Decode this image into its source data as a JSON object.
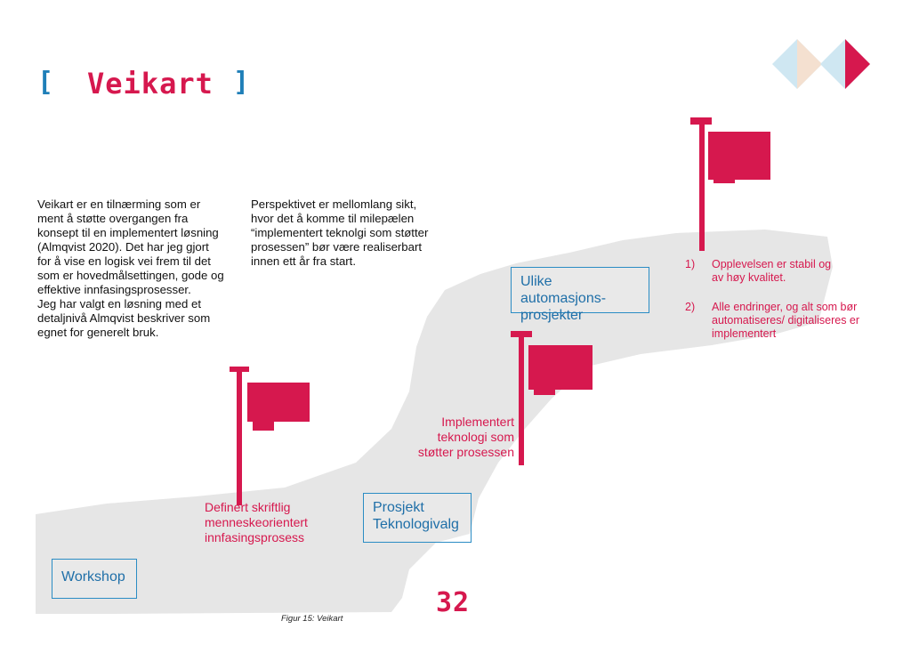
{
  "header": {
    "bracket_open": "[",
    "title": "Veikart",
    "bracket_close": "]"
  },
  "intro": {
    "col1": [
      "Veikart er en tilnærming som er",
      "ment å støtte overgangen fra",
      "konsept til en implementert løsning",
      "(Almqvist 2020). Det har jeg gjort",
      "for å vise en logisk vei frem til det",
      "som er hovedmålsettingen, gode og",
      "effektive innfasingsprosesser.",
      "Jeg har valgt en løsning med et",
      "detaljnivå Almqvist beskriver som",
      "egnet for generelt bruk."
    ],
    "col2": [
      "Perspektivet er mellomlang sikt,",
      "hvor det å komme til milepælen",
      "“implementert teknolgi som støtter",
      "prosessen” bør være realiserbart",
      "innen ett år fra start."
    ]
  },
  "boxes": {
    "workshop": "Workshop",
    "prosjekt": [
      "Prosjekt",
      "Teknologivalg"
    ],
    "ulike": [
      "Ulike automasjons-",
      "prosjekter"
    ]
  },
  "milestones": {
    "definert": [
      "Definert skriftlig",
      "menneskeorientert",
      "innfasingsprosess"
    ],
    "implementert": [
      "Implementert",
      "teknologi som",
      "støtter prosessen"
    ]
  },
  "goals": [
    {
      "num": "1)",
      "lines": [
        "Opplevelsen er stabil og",
        "av høy kvalitet."
      ]
    },
    {
      "num": "2)",
      "lines": [
        "Alle endringer, og alt som bør",
        "automatiseres/ digitaliseres er",
        "implementert"
      ]
    }
  ],
  "footer": {
    "page_number": "32",
    "caption": "Figur 15: Veikart"
  },
  "colors": {
    "accent_red": "#d6184e",
    "accent_blue": "#2a8cc4",
    "road_gray": "#e6e6e6"
  },
  "icons": [
    "flag-icon",
    "diamond-logo-icon"
  ]
}
